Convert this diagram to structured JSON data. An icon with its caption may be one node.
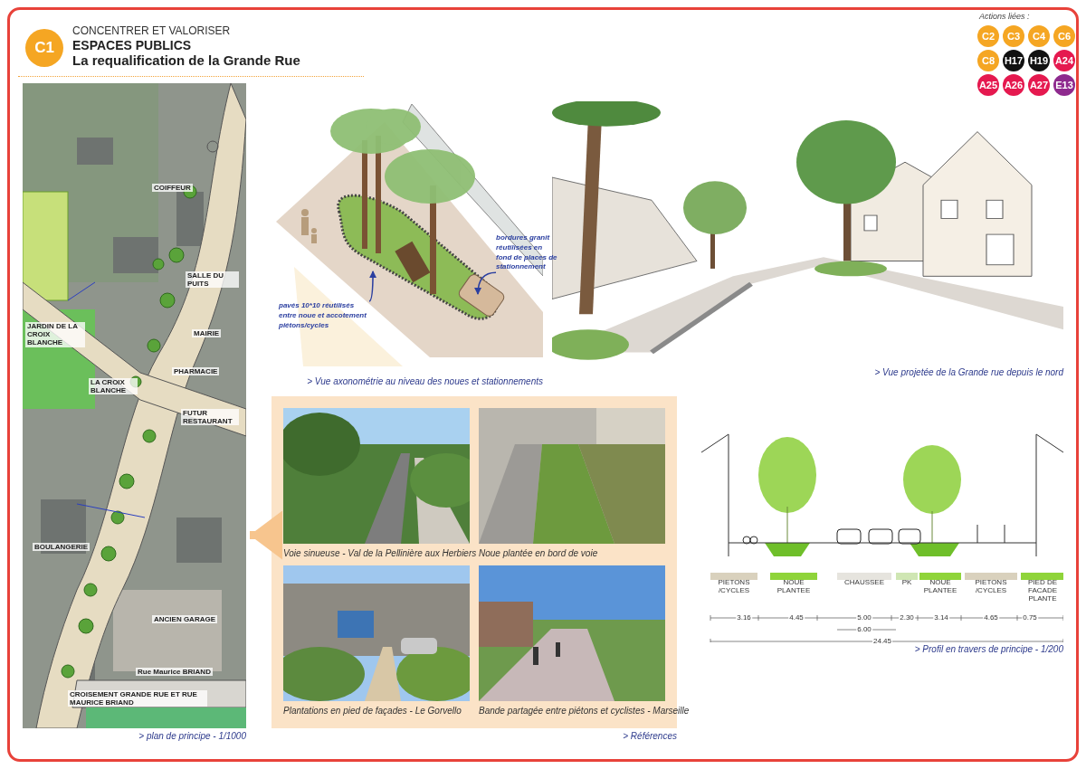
{
  "diagram": {
    "title": "La requalification de la Grande Rue",
    "nodes": [
      {
        "text": [
          "C1"
        ]
      },
      {
        "text": [
          "C2"
        ]
      },
      {
        "text": [
          "C3"
        ]
      },
      {
        "text": [
          "C4"
        ]
      },
      {
        "text": [
          "C6"
        ]
      },
      {
        "text": [
          "C8"
        ]
      },
      {
        "text": [
          "H17"
        ]
      },
      {
        "text": [
          "H19"
        ]
      },
      {
        "text": [
          "A24"
        ]
      },
      {
        "text": [
          "A25"
        ]
      },
      {
        "text": [
          "A26"
        ]
      },
      {
        "text": [
          "A27"
        ]
      },
      {
        "text": [
          "E13"
        ]
      },
      {
        "text": [],
        "shape": "picture",
        "beside": [
          "> plan de principe - 1/1000"
        ]
      },
      {
        "text": [],
        "shape": "picture",
        "beside": [
          "> Vue axonométrie au niveau des noues et stationnements"
        ]
      },
      {
        "text": [
          "pavés 10*10 réutilisés entre noue et accotement piétons/cycles"
        ]
      },
      {
        "text": [
          "bordures granit réutilisées en fond de places de stationnement"
        ]
      },
      {
        "text": [],
        "shape": "picture",
        "beside": [
          "> Vue projetée de la Grande rue depuis le nord"
        ]
      },
      {
        "text": [],
        "shape": "box",
        "beside": [
          "> Références"
        ]
      },
      {
        "text": [],
        "shape": "picture",
        "in": 18,
        "beside": [
          "Voie sinueuse - Val de la Pellinière aux Herbiers"
        ]
      },
      {
        "text": [],
        "shape": "picture",
        "in": 18,
        "beside": [
          "Noue plantée en bord de voie"
        ]
      },
      {
        "text": [],
        "shape": "picture",
        "in": 18,
        "beside": [
          "Plantations en pied de façades - Le Gorvello"
        ]
      },
      {
        "text": [],
        "shape": "picture",
        "in": 18,
        "beside": [
          "Bande partagée entre piétons et cyclistes - Marseille"
        ]
      },
      {
        "text": [],
        "shape": "picture",
        "beside": [
          "> Profil en travers de principe - 1/200"
        ]
      }
    ],
    "edges": [
      {
        "from": 15,
        "to": 14,
        "arrow": "to"
      },
      {
        "from": 16,
        "to": 14,
        "arrow": "to"
      },
      {
        "from": 18,
        "to": 13,
        "arrow": "to",
        "style": "thick",
        "color": "#f7c58e"
      }
    ],
    "labels": [
      "CONCENTRER ET VALORISER",
      "ESPACES PUBLICS",
      "Actions liées :",
      "COIFFEUR",
      "SALLE DU PUITS",
      "MAIRIE",
      "PHARMACIE",
      "LA CROIX BLANCHE",
      "JARDIN DE LA CROIX BLANCHE",
      "FUTUR RESTAURANT",
      "BOULANGERIE",
      "ANCIEN GARAGE",
      "Rue Maurice BRIAND",
      "CROISEMENT GRANDE RUE ET RUE MAURICE BRIAND",
      "PIETONS /CYCLES",
      "NOUE PLANTEE",
      "CHAUSSEE",
      "PK",
      "NOUE PLANTEE",
      "PIETONS /CYCLES",
      "PIED DE FACADE PLANTE",
      "3.16",
      "4.45",
      "5.00",
      "2.30",
      "3.14",
      "4.65",
      "0.75",
      "6.00",
      "24.45"
    ]
  }
}
